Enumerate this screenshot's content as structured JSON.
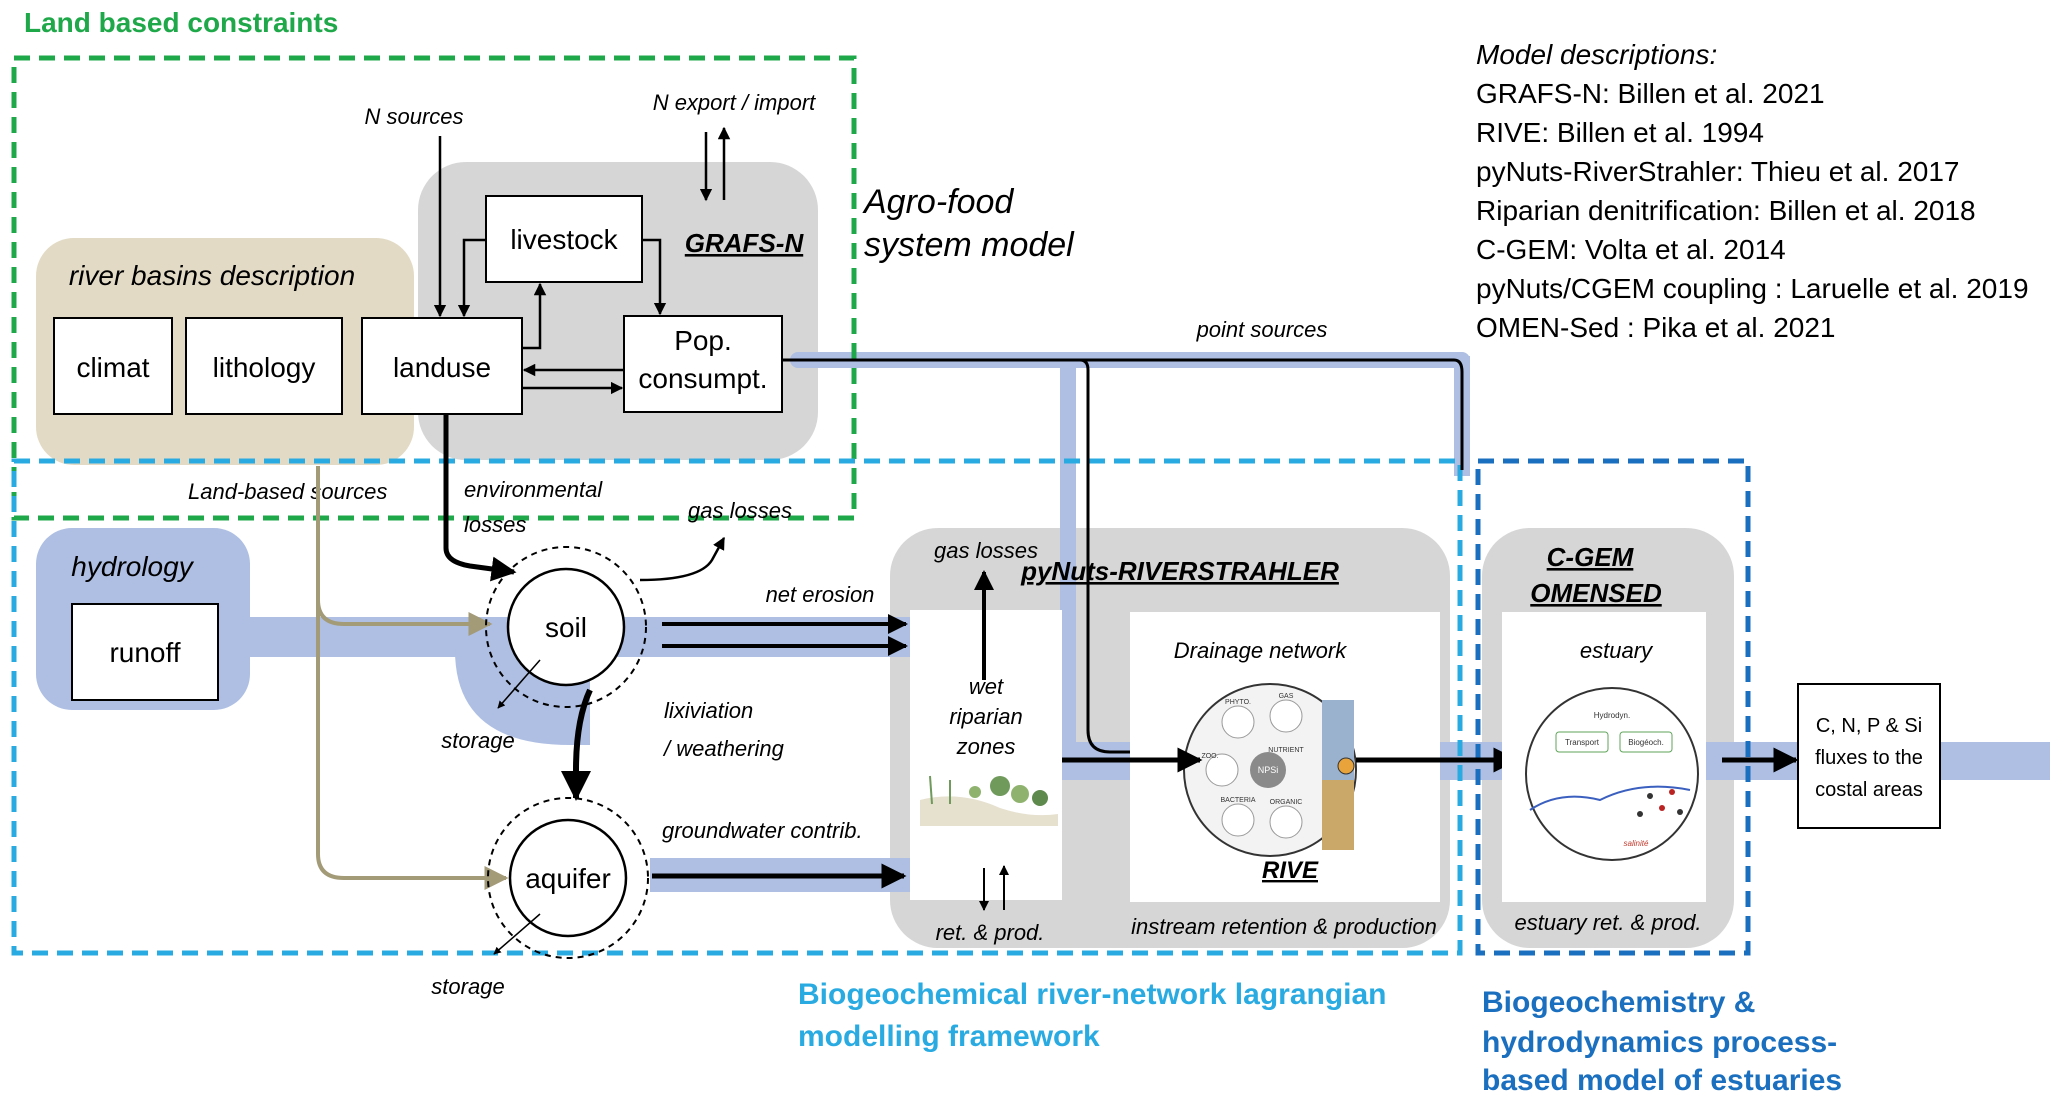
{
  "regions": {
    "land": "Land based constraints",
    "agro_line1": "Agro-food",
    "agro_line2": "system model",
    "bio_line1": "Biogeochemical river-network lagrangian",
    "bio_line2": "modelling framework",
    "est_line1": "Biogeochemistry &",
    "est_line2": "hydrodynamics process-",
    "est_line3": "based model of estuaries"
  },
  "model_descriptions": {
    "title": "Model descriptions:",
    "items": [
      "GRAFS-N: Billen et al. 2021",
      "RIVE: Billen et al. 1994",
      "pyNuts-RiverStrahler: Thieu et al. 2017",
      "Riparian denitrification: Billen et al. 2018",
      "C-GEM: Volta et al. 2014",
      "pyNuts/CGEM coupling : Laruelle et al. 2019",
      "OMEN-Sed : Pika et al. 2021"
    ]
  },
  "boxes": {
    "river_basins": "river basins description",
    "climat": "climat",
    "lithology": "lithology",
    "landuse": "landuse",
    "livestock": "livestock",
    "grafs": "GRAFS-N",
    "pop1": "Pop.",
    "pop2": "consumpt.",
    "hydrology": "hydrology",
    "runoff": "runoff",
    "soil": "soil",
    "aquifer": "aquifer",
    "pynuts": "pyNuts-RIVERSTRAHLER",
    "cgem1": "C-GEM",
    "cgem2": "OMENSED",
    "drainage": "Drainage network",
    "rive": "RIVE",
    "estuary": "estuary",
    "wet1": "wet",
    "wet2": "riparian",
    "wet3": "zones",
    "fluxes1": "C, N, P & Si",
    "fluxes2": "fluxes to the",
    "fluxes3": "costal areas"
  },
  "labels": {
    "n_sources": "N sources",
    "n_export": "N export / import",
    "point_sources": "point sources",
    "land_based_sources": "Land-based sources",
    "env1": "environmental",
    "env2": "losses",
    "gas_losses_1": "gas losses",
    "gas_losses_2": "gas losses",
    "net_erosion": "net erosion",
    "storage_1": "storage",
    "storage_2": "storage",
    "lix1": "lixiviation",
    "lix2": "/ weathering",
    "groundwater": "groundwater contrib.",
    "ret_prod": "ret. & prod.",
    "instream": "instream retention & production",
    "estuary_ret": "estuary ret. & prod."
  },
  "figure_text": {
    "phyto": "PHYTO.",
    "gas": "GAS",
    "nutrient": "NUTRIENT",
    "npsi": "NPSi",
    "zoo": "ZOO.",
    "bacteria": "BACTERIA",
    "organic": "ORGANIC",
    "hydrodyn": "Hydrodyn.",
    "transport": "Transport",
    "biogeoch": "Biogéoch.",
    "salinite": "salinité"
  },
  "colors": {
    "green_region": "#1fa84a",
    "cyan_region": "#29abe2",
    "blue_region": "#1b6fbf",
    "tan_box": "#e3dac5",
    "grey_box": "#d6d6d6",
    "flow_blue": "#aebfe3"
  }
}
